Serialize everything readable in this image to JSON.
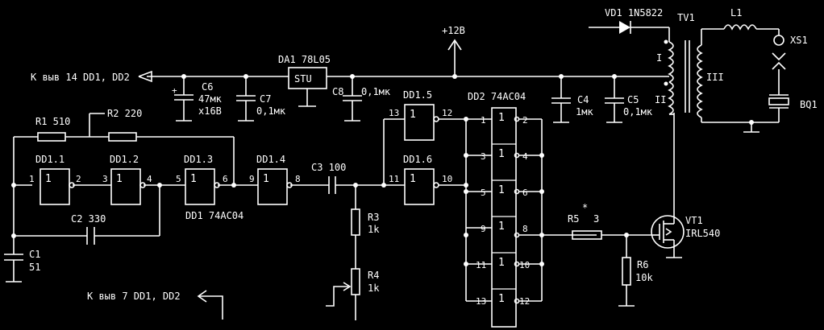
{
  "labels": {
    "supply_out": "К выв 14 DD1, DD2",
    "gnd_out": "К выв 7 DD1, DD2",
    "plus12": "+12В",
    "reg": "DA1 78L05",
    "reg_body": "STU",
    "vd1": "VD1 1N5822",
    "tv1": "TV1",
    "l1": "L1",
    "xs1": "XS1",
    "bq1": "BQ1",
    "wind1": "I",
    "wind2": "II",
    "wind3": "III",
    "c6": "C6",
    "c6_val": "47мк",
    "c6_volt": "x16В",
    "c7": "C7",
    "c7_val": "0,1мк",
    "c8": "C8",
    "c8_val": "0,1мк",
    "c4": "C4",
    "c4_val": "1мк",
    "c5": "C5",
    "c5_val": "0,1мк",
    "r1": "R1 510",
    "r2": "R2 220",
    "dd1_1": "DD1.1",
    "dd1_2": "DD1.2",
    "dd1_3": "DD1.3",
    "dd1_4": "DD1.4",
    "dd1_5": "DD1.5",
    "dd1_6": "DD1.6",
    "dd1_type": "DD1 74AC04",
    "dd2_type": "DD2 74AC04",
    "c3": "C3 100",
    "c2": "C2 330",
    "c1": "C1",
    "c1_val": "51",
    "r3": "R3",
    "r3_val": "1k",
    "r4": "R4",
    "r4_val": "1k",
    "r5": "R5",
    "r5_val": "3",
    "r5_mark": "*",
    "r6": "R6",
    "r6_val": "10k",
    "vt1": "VT1",
    "vt1_type": "IRL540",
    "gate_symbol": "1",
    "pins": {
      "p1": "1",
      "p2": "2",
      "p3": "3",
      "p4": "4",
      "p5": "5",
      "p6": "6",
      "p8": "8",
      "p9": "9",
      "p10": "10",
      "p11": "11",
      "p12": "12",
      "p13": "13"
    }
  }
}
